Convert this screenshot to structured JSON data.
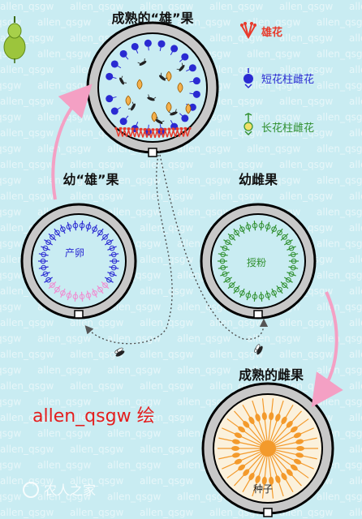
{
  "watermark": "allen_qsgw",
  "stages": {
    "mature_male": "成熟的“雄”果",
    "young_male": "幼“雄”果",
    "young_female": "幼雌果",
    "mature_female": "成熟的雌果"
  },
  "legend": {
    "male": "雄花",
    "short_style_female": "短花柱雌花",
    "long_style_female": "长花柱雌花"
  },
  "labels": {
    "oviposition": "产卵",
    "pollination": "授粉",
    "seed": "种子"
  },
  "credit": "allen_qsgw 绘",
  "site_logo": "农人之家",
  "colors": {
    "background": "#c9ecf2",
    "ring": "#c8c8c8",
    "outline": "#000000",
    "male_flower": "#e83a2b",
    "short_style": "#2a2ad2",
    "long_style": "#2f8f2f",
    "gall": "#f08ad0",
    "seed": "#f39a2c",
    "arrow": "#f4a0c4",
    "credit": "#e41e1e"
  }
}
